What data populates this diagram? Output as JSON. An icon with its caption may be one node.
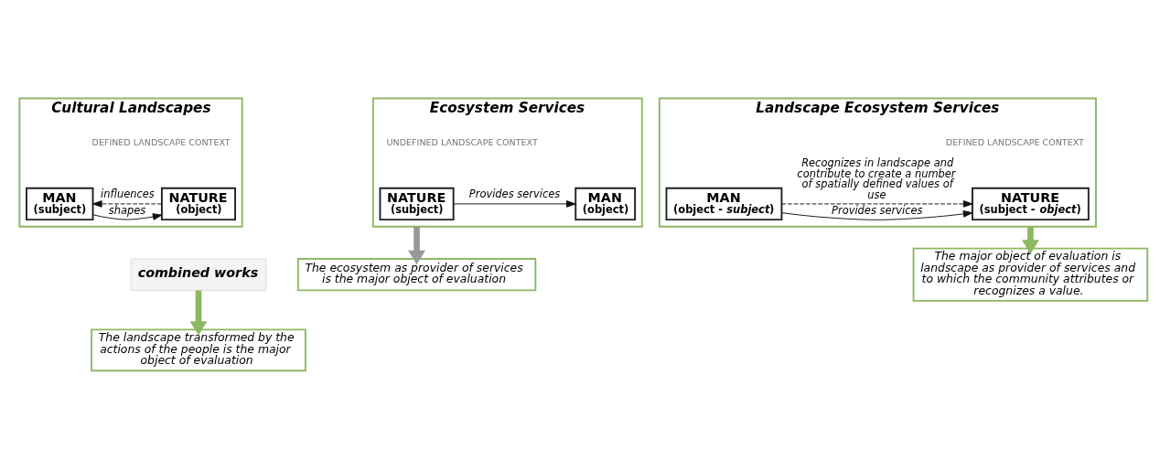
{
  "diagram": {
    "nodes": [
      {
        "text": [
          "Cultural Landscapes"
        ],
        "beside": [
          "DEFINED LANDSCAPE CONTEXT"
        ]
      },
      {
        "text": [
          "NATURE",
          "(object)"
        ],
        "in": 0
      },
      {
        "text": [
          "MAN",
          "(subject)"
        ],
        "in": 0
      },
      {
        "text": [
          "combined works"
        ]
      },
      {
        "text": [
          "The landscape transformed by the actions of the people is the major object of evaluation"
        ]
      },
      {
        "text": [
          "Ecosystem Services"
        ],
        "beside": [
          "UNDEFINED LANDSCAPE CONTEXT"
        ]
      },
      {
        "text": [
          "NATURE",
          "(subject)"
        ],
        "in": 5
      },
      {
        "text": [
          "MAN",
          "(object)"
        ],
        "in": 5
      },
      {
        "text": [
          "The ecosystem as provider of services is the major object of evaluation"
        ]
      },
      {
        "text": [
          "Landscape Ecosystem Services"
        ],
        "beside": [
          "DEFINED LANDSCAPE CONTEXT"
        ]
      },
      {
        "text": [
          "NATURE",
          "(subject - *object*)"
        ],
        "in": 9
      },
      {
        "text": [
          "MAN",
          "(object - *subject*)"
        ],
        "in": 9
      },
      {
        "text": [
          "The major object of evaluation is landscape as provider of services and to which the community attributes or recognizes a value."
        ]
      }
    ],
    "edges": [
      {
        "from": 2,
        "to": 1,
        "arrow": "to",
        "label": "shapes"
      },
      {
        "from": 1,
        "to": 2,
        "arrow": "to",
        "label": "influences",
        "style": "dashed"
      },
      {
        "from": 3,
        "to": 4,
        "arrow": "to",
        "style": "thick",
        "color": "#8db862"
      },
      {
        "from": 6,
        "to": 7,
        "arrow": "to",
        "label": "Provides services"
      },
      {
        "from": 5,
        "to": 8,
        "arrow": "to",
        "style": "thick",
        "color": "#999999"
      },
      {
        "from": 11,
        "to": 10,
        "arrow": "to",
        "label": "Provides services"
      },
      {
        "from": 11,
        "to": 10,
        "arrow": "to",
        "label": "Recognizes in landscape and contribute to create a number of spatially defined values of use",
        "style": "dashed"
      },
      {
        "from": 9,
        "to": 12,
        "arrow": "to",
        "style": "thick",
        "color": "#8db862"
      }
    ]
  }
}
